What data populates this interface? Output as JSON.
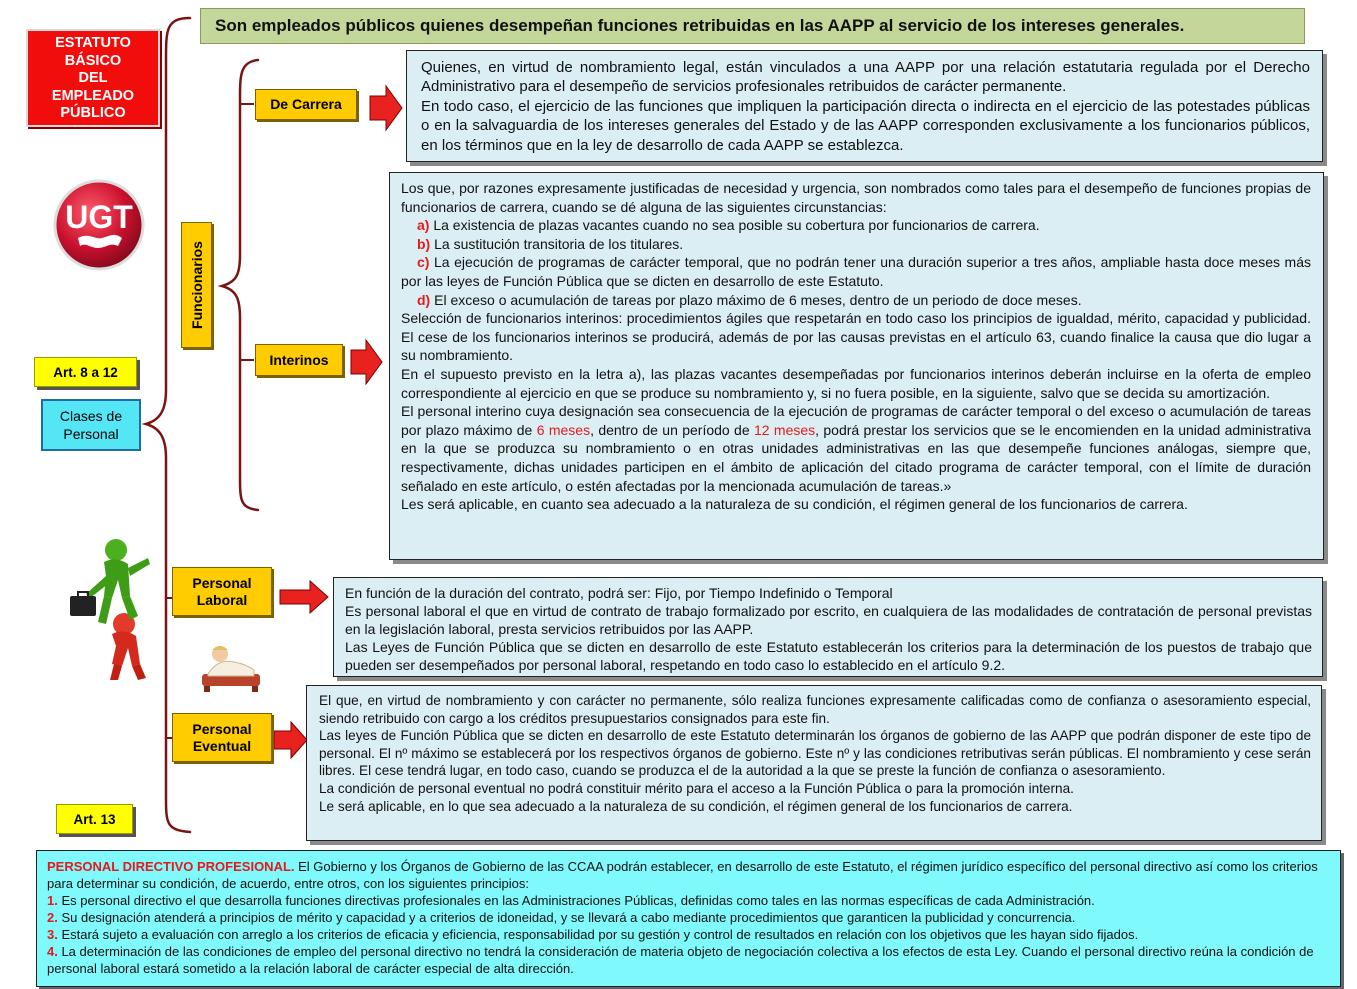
{
  "title_box": {
    "lines": [
      "ESTATUTO",
      "BÁSICO",
      "DEL",
      "EMPLEADO",
      "PÚBLICO"
    ]
  },
  "banner": "Son empleados públicos quienes desempeñan funciones retribuidas en las AAPP al servicio de los intereses generales.",
  "logo_text": "UGT",
  "art_8_12": "Art. 8 a 12",
  "art_13": "Art. 13",
  "clases": [
    "Clases de",
    "Personal"
  ],
  "funcionarios": "Funcionarios",
  "de_carrera": "De Carrera",
  "interinos": "Interinos",
  "personal_laboral": [
    "Personal",
    "Laboral"
  ],
  "personal_eventual": [
    "Personal",
    "Eventual"
  ],
  "carrera_text": {
    "p1": "Quienes, en virtud de nombramiento legal, están vinculados a una AAPP por una relación estatutaria regulada por el Derecho Administrativo para el desempeño de servicios profesionales retribuidos de carácter permanente.",
    "p2": "En todo caso, el ejercicio de las funciones que impliquen la participación directa o indirecta en el ejercicio de las potestades públicas o en la salvaguardia de los intereses generales del Estado y de las AAPP corresponden exclusivamente a los funcionarios públicos, en los términos que en la ley de desarrollo de cada AAPP se establezca."
  },
  "interinos_text": {
    "intro": "Los que, por razones expresamente justificadas de necesidad y urgencia, son nombrados como tales para el desempeño de funciones propias de funcionarios de carrera, cuando se dé alguna de las siguientes circunstancias:",
    "items": [
      {
        "letter": "a)",
        "text": "La existencia de plazas vacantes cuando no sea posible su cobertura por funcionarios de carrera."
      },
      {
        "letter": "b)",
        "text": "La sustitución transitoria de los titulares."
      },
      {
        "letter": "c)",
        "text": "La ejecución de programas de carácter temporal, que no podrán tener una duración superior a tres años, ampliable hasta doce meses más por las leyes de Función Pública que se dicten en desarrollo de este Estatuto."
      },
      {
        "letter": "d)",
        "text": "El exceso o acumulación de tareas por plazo máximo de 6 meses, dentro de un periodo de doce meses."
      }
    ],
    "seleccion": "Selección de funcionarios interinos: procedimientos ágiles que respetarán en todo caso los principios de igualdad, mérito, capacidad y publicidad.  El cese de los funcionarios interinos se producirá, además de por las causas previstas en el artículo 63, cuando finalice la causa que dio lugar a su nombramiento.",
    "supuesto": "En el supuesto previsto en la letra a), las plazas vacantes desempeñadas por funcionarios interinos deberán incluirse en la oferta de empleo correspondiente al ejercicio en que se produce su nombramiento y, si no fuera posible, en la siguiente, salvo que se decida su amortización.",
    "programas_a": "El personal interino cuya designación sea consecuencia de la ejecución de programas de carácter temporal o del exceso o acumulación de tareas por plazo máximo de ",
    "programas_m1": "6 meses",
    "programas_b": ", dentro de un período de ",
    "programas_m2": "12 meses",
    "programas_c": ", podrá prestar los servicios que se le encomienden en la unidad administrativa en la que se produzca su nombramiento o en otras unidades administrativas en las que desempeñe funciones análogas, siempre que, respectivamente, dichas unidades participen en el ámbito de aplicación del citado programa de carácter temporal, con el límite de duración señalado en este artículo, o estén afectadas por la mencionada acumulación de tareas.»",
    "regimen": "Les será aplicable, en cuanto sea adecuado a la naturaleza de su condición, el régimen general de los funcionarios de carrera."
  },
  "laboral_text": {
    "p1": "En función de la duración del contrato, podrá ser: Fijo, por Tiempo Indefinido o Temporal",
    "p2": "Es personal laboral el que en virtud de contrato de trabajo formalizado por escrito, en cualquiera de las modalidades de contratación de personal previstas en la legislación laboral, presta servicios retribuidos por las AAPP.",
    "p3": "Las Leyes de Función Pública que se dicten en desarrollo de este Estatuto establecerán los criterios para la determinación de los puestos de trabajo que pueden ser desempeñados por personal laboral, respetando en todo caso lo establecido en el artículo 9.2."
  },
  "eventual_text": {
    "p1": "El que, en virtud de nombramiento y con carácter no permanente, sólo realiza funciones expresamente calificadas como de confianza o asesoramiento especial, siendo retribuido con cargo a los créditos presupuestarios consignados para este fin.",
    "p2": "Las leyes de Función Pública que se dicten en desarrollo de este Estatuto determinarán los órganos de gobierno de las AAPP que podrán disponer de este tipo de personal. El nº máximo se establecerá por los respectivos órganos de gobierno. Este nº  y las condiciones retributivas serán públicas. El nombramiento y cese serán libres. El cese tendrá lugar, en todo caso, cuando se produzca el de la autoridad a la que se preste la función de confianza o asesoramiento.",
    "p3": "La condición de personal eventual no podrá constituir mérito para el acceso a la Función Pública o para la promoción interna.",
    "p4": "Le será aplicable, en lo que sea adecuado a la naturaleza de su condición, el régimen general de los funcionarios de carrera."
  },
  "directivo_text": {
    "heading": "PERSONAL DIRECTIVO PROFESIONAL.",
    "intro": " El Gobierno y los Órganos de Gobierno de las CCAA podrán establecer, en desarrollo de este Estatuto, el régimen jurídico específico del personal directivo así como los criterios para determinar su condición, de acuerdo, entre otros, con los siguientes principios:",
    "items": [
      {
        "num": "1.",
        "text": " Es personal directivo el que desarrolla funciones directivas profesionales en las Administraciones Públicas, definidas como tales en las normas específicas de cada Administración."
      },
      {
        "num": "2.",
        "text": " Su designación atenderá a principios de mérito y capacidad y a criterios de idoneidad, y se llevará a cabo mediante procedimientos que garanticen la publicidad y concurrencia."
      },
      {
        "num": "3.",
        "text": " Estará sujeto a evaluación con arreglo a los criterios de eficacia y eficiencia, responsabilidad por su gestión y control de resultados en relación con los objetivos que les hayan sido fijados."
      },
      {
        "num": "4.",
        "text": " La determinación de las condiciones de empleo del personal directivo no tendrá la consideración de materia objeto de negociación colectiva a los efectos de esta Ley. Cuando el personal directivo reúna la condición de personal laboral estará sometido a la relación laboral de carácter especial de alta dirección."
      }
    ]
  },
  "colors": {
    "title_red": "#f20d0d",
    "banner_green": "#c4d79b",
    "tag_orange": "#ffcc00",
    "art_yellow": "#ffff00",
    "clases_cyan": "#55e6f6",
    "text_box": "#dbeef4",
    "directivo_box": "#7ff9fc",
    "brace": "#8b1a1a",
    "arrow_red": "#e8231f"
  }
}
